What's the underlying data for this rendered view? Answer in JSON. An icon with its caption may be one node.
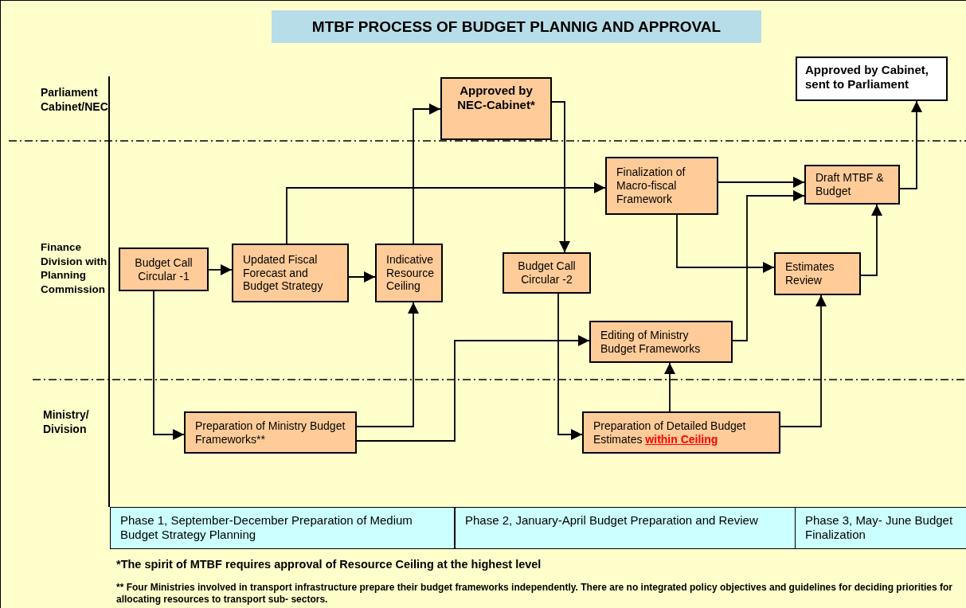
{
  "diagram": {
    "title": "MTBF PROCESS OF BUDGET PLANNIG AND APPROVAL",
    "nodes": [
      {
        "text": [
          "Approved by NEC-Cabinet*"
        ]
      },
      {
        "text": [
          "Approved by Cabinet, sent to Parliament"
        ]
      },
      {
        "text": [
          "Finalization of Macro-fiscal Framework"
        ]
      },
      {
        "text": [
          "Draft MTBF & Budget"
        ]
      },
      {
        "text": [
          "Budget Call Circular -1"
        ]
      },
      {
        "text": [
          "Updated Fiscal Forecast and Budget Strategy"
        ]
      },
      {
        "text": [
          "Indicative Resource Ceiling"
        ]
      },
      {
        "text": [
          "Budget Call Circular -2"
        ]
      },
      {
        "text": [
          "Estimates Review"
        ]
      },
      {
        "text": [
          "Editing of Ministry Budget Frameworks"
        ]
      },
      {
        "text": [
          "Preparation of Ministry Budget Frameworks**"
        ]
      },
      {
        "text": [
          "Preparation of Detailed Budget Estimates **within Ceiling**"
        ]
      },
      {
        "text": [
          "Phase 1, September-December Preparation of Medium Budget Strategy Planning"
        ]
      },
      {
        "text": [
          "Phase 2, January-April Budget Preparation and Review"
        ]
      },
      {
        "text": [
          "Phase 3, May- June Budget Finalization"
        ]
      }
    ],
    "edges": [
      {
        "from": 4,
        "to": 5,
        "arrow": "to"
      },
      {
        "from": 5,
        "to": 6,
        "arrow": "to"
      },
      {
        "from": 6,
        "to": 0,
        "arrow": "to"
      },
      {
        "from": 0,
        "to": 7,
        "arrow": "to"
      },
      {
        "from": 5,
        "to": 2,
        "arrow": "to"
      },
      {
        "from": 2,
        "to": 3,
        "arrow": "to"
      },
      {
        "from": 9,
        "to": 3,
        "arrow": "to"
      },
      {
        "from": 2,
        "to": 8,
        "arrow": "to"
      },
      {
        "from": 8,
        "to": 3,
        "arrow": "to"
      },
      {
        "from": 3,
        "to": 1,
        "arrow": "to"
      },
      {
        "from": 4,
        "to": 10,
        "arrow": "to"
      },
      {
        "from": 10,
        "to": 6,
        "arrow": "to"
      },
      {
        "from": 10,
        "to": 9,
        "arrow": "to"
      },
      {
        "from": 7,
        "to": 11,
        "arrow": "to"
      },
      {
        "from": 11,
        "to": 9,
        "arrow": "to"
      },
      {
        "from": 11,
        "to": 8,
        "arrow": "to"
      }
    ],
    "labels": [
      "Parliament Cabinet/NEC",
      "Finance Division with Planning Commission",
      "Ministry/ Division",
      "*The spirit of MTBF requires approval of Resource Ceiling at the highest level",
      "** Four Ministries involved in transport infrastructure prepare their budget frameworks independently. There are no integrated policy objectives and guidelines for deciding priorities for allocating resources to transport sub- sectors."
    ]
  }
}
